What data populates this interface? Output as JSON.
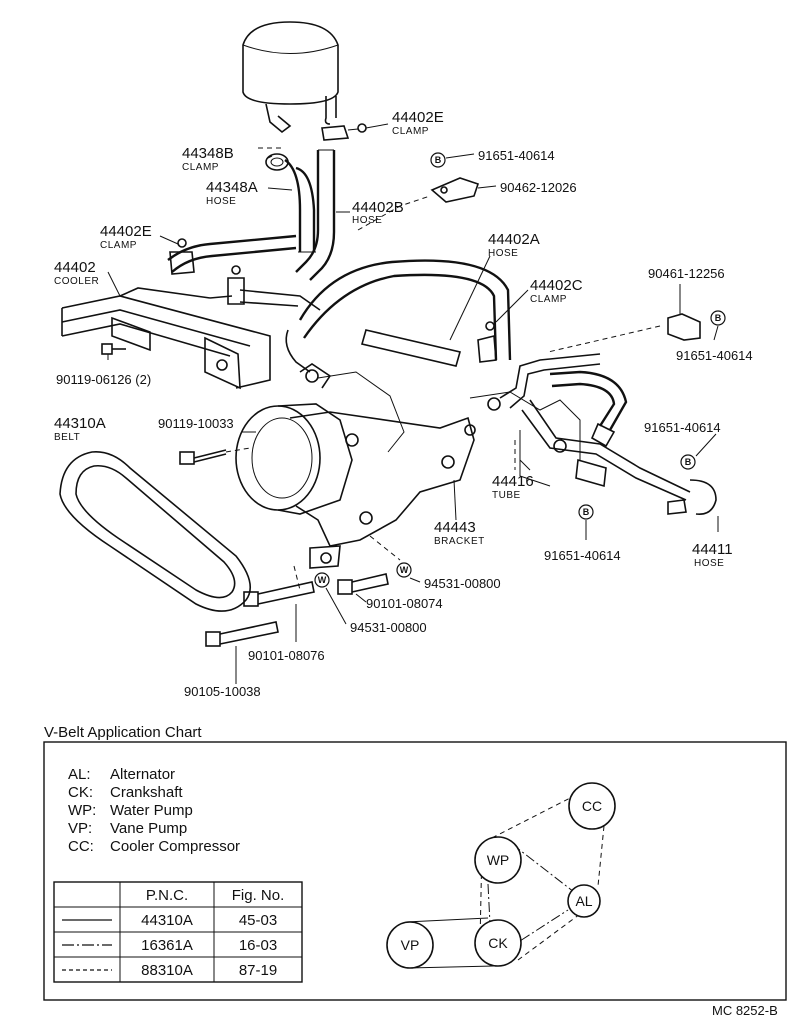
{
  "callouts": {
    "c44402E_top": {
      "pn": "44402E",
      "desc": "CLAMP"
    },
    "c44348B": {
      "pn": "44348B",
      "desc": "CLAMP"
    },
    "c44348A": {
      "pn": "44348A",
      "desc": "HOSE"
    },
    "c44402B": {
      "pn": "44402B",
      "desc": "HOSE"
    },
    "c44402E_left": {
      "pn": "44402E",
      "desc": "CLAMP"
    },
    "c44402": {
      "pn": "44402",
      "desc": "COOLER"
    },
    "c90119_06126": {
      "pn": "90119-06126 (2)"
    },
    "c91651_40614_top": {
      "pn": "91651-40614"
    },
    "c90462_12026": {
      "pn": "90462-12026"
    },
    "c44402A": {
      "pn": "44402A",
      "desc": "HOSE"
    },
    "c44402C": {
      "pn": "44402C",
      "desc": "CLAMP"
    },
    "c90461_12256": {
      "pn": "90461-12256"
    },
    "c91651_40614_r1": {
      "pn": "91651-40614"
    },
    "c44310A": {
      "pn": "44310A",
      "desc": "BELT"
    },
    "c90119_10033": {
      "pn": "90119-10033"
    },
    "c91651_40614_r2": {
      "pn": "91651-40614"
    },
    "c44416": {
      "pn": "44416",
      "desc": "TUBE"
    },
    "c44443": {
      "pn": "44443",
      "desc": "BRACKET"
    },
    "c91651_40614_r3": {
      "pn": "91651-40614"
    },
    "c44411": {
      "pn": "44411",
      "desc": "HOSE"
    },
    "c94531_00800_a": {
      "pn": "94531-00800"
    },
    "c90101_08074": {
      "pn": "90101-08074"
    },
    "c94531_00800_b": {
      "pn": "94531-00800"
    },
    "c90101_08076": {
      "pn": "90101-08076"
    },
    "c90105_10038": {
      "pn": "90105-10038"
    }
  },
  "markers": {
    "b": "B",
    "w": "W"
  },
  "chart": {
    "title": "V-Belt Application Chart",
    "legend": [
      {
        "abbr": "AL:",
        "name": "Alternator"
      },
      {
        "abbr": "CK:",
        "name": "Crankshaft"
      },
      {
        "abbr": "WP:",
        "name": "Water Pump"
      },
      {
        "abbr": "VP:",
        "name": "Vane Pump"
      },
      {
        "abbr": "CC:",
        "name": "Cooler Compressor"
      }
    ],
    "table": {
      "headers": [
        "",
        "P.N.C.",
        "Fig. No."
      ],
      "rows": [
        {
          "style": "solid",
          "pnc": "44310A",
          "fig": "45-03"
        },
        {
          "style": "dash-dot",
          "pnc": "16361A",
          "fig": "16-03"
        },
        {
          "style": "dashed",
          "pnc": "88310A",
          "fig": "87-19"
        }
      ]
    },
    "pulleys": {
      "cc": "CC",
      "wp": "WP",
      "al": "AL",
      "vp": "VP",
      "ck": "CK"
    }
  },
  "code": "MC 8252-B"
}
